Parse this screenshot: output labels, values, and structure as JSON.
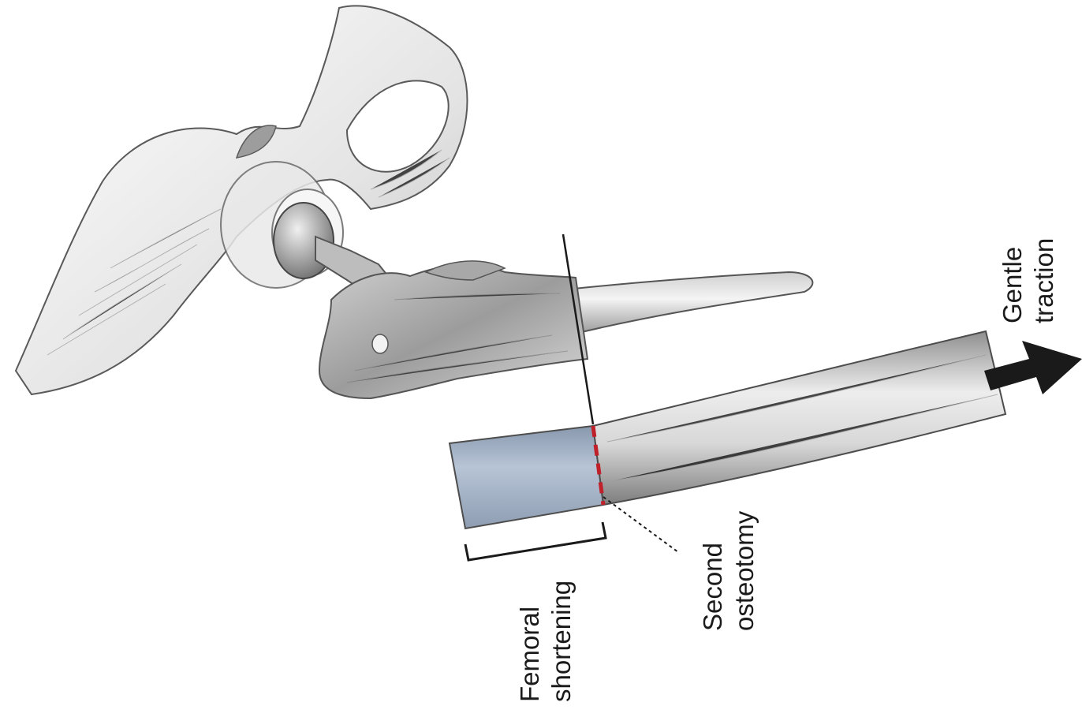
{
  "labels": {
    "gentle_traction": [
      "Gentle",
      "traction"
    ],
    "second_osteotomy": [
      "Second",
      "osteotomy"
    ],
    "femoral_shortening": [
      "Femoral",
      "shortening"
    ]
  },
  "colors": {
    "bone_light": "#f2f2f2",
    "bone_mid": "#c9c9c9",
    "bone_dark": "#8a8a8a",
    "shortening_segment": "#a9b8cc",
    "osteotomy_line": "#c0202a",
    "ink": "#1a1a1a"
  }
}
